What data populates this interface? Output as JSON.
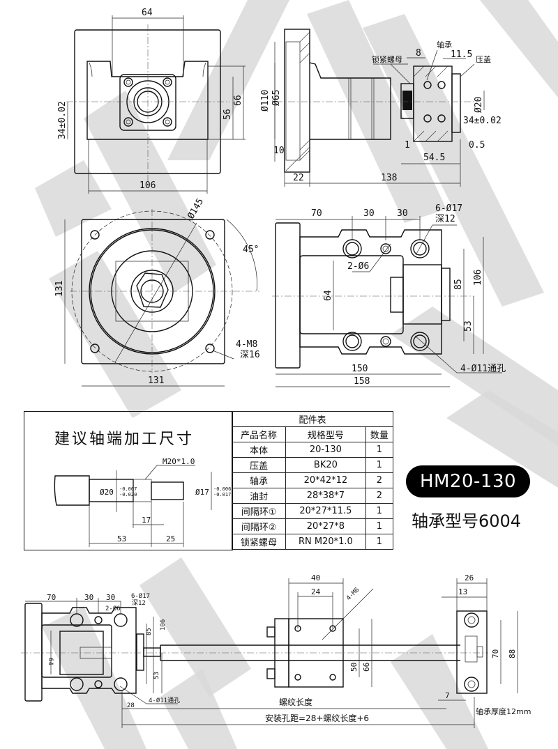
{
  "views": {
    "front_small": {
      "dims": {
        "width_top": "64",
        "width_bottom": "106",
        "height_left": "34±0.02",
        "h56": "56",
        "h66": "66"
      }
    },
    "side_section": {
      "dims": {
        "d110": "Ø110",
        "d65": "Ø65",
        "t10": "10",
        "t22": "22",
        "len138": "138",
        "len54_5": "54.5",
        "g1": "1",
        "g0_5": "0.5",
        "w8": "8",
        "w11_5": "11.5",
        "d20": "Ø20",
        "h34": "34±0.02"
      },
      "labels": {
        "lock_nut": "锁紧螺母",
        "bearing": "轴承",
        "cover": "压盖"
      }
    },
    "flange_view": {
      "dims": {
        "pcd": "Ø145",
        "angle": "45°",
        "h131": "131",
        "w131": "131",
        "holes_line1": "4-M8",
        "holes_line2": "深16"
      }
    },
    "top_view": {
      "dims": {
        "w70": "70",
        "w30a": "30",
        "w30b": "30",
        "holes_top1": "6-Ø17",
        "holes_top2": "深12",
        "pin": "2-Ø6",
        "h64": "64",
        "h85": "85",
        "h106": "106",
        "h53": "53",
        "w150": "150",
        "w158": "158",
        "through": "4-Ø11通孔"
      }
    }
  },
  "shaft_end": {
    "title": "建议轴端加工尺寸",
    "thread": "M20*1.0",
    "d20": "Ø20",
    "d20_tol_upper": "-0.007",
    "d20_tol_lower": "-0.020",
    "d17": "Ø17",
    "d17_tol_upper": "-0.006",
    "d17_tol_lower": "-0.017",
    "len17": "17",
    "len53": "53",
    "len25": "25"
  },
  "parts_table": {
    "caption": "配件表",
    "headers": [
      "产品名称",
      "规格型号",
      "数量"
    ],
    "rows": [
      [
        "本体",
        "20-130",
        "1"
      ],
      [
        "压盖",
        "BK20",
        "1"
      ],
      [
        "轴承",
        "20*42*12",
        "2"
      ],
      [
        "油封",
        "28*38*7",
        "2"
      ],
      [
        "间隔环①",
        "20*27*11.5",
        "1"
      ],
      [
        "间隔环②",
        "20*27*8",
        "1"
      ],
      [
        "锁紧螺母",
        "RN M20*1.0",
        "1"
      ]
    ]
  },
  "model": {
    "name": "HM20-130",
    "bearing": "轴承型号6004"
  },
  "assembly": {
    "left": {
      "w70": "70",
      "w30a": "30",
      "w30b": "30",
      "holes1": "6-Ø17",
      "holes2": "深12",
      "pin": "2-Ø6",
      "h64": "64",
      "h85": "85",
      "h106": "106",
      "h53": "53",
      "through": "4-Ø11通孔",
      "w28": "28"
    },
    "nut_block": {
      "w40": "40",
      "w24": "24",
      "holes": "4-M6",
      "h50": "50",
      "h66": "66"
    },
    "end_support": {
      "w26": "26",
      "w13": "13",
      "h70": "70",
      "h88": "88",
      "off7": "7",
      "note": "轴承厚度12mm"
    },
    "thread_length": "螺纹长度",
    "mount_formula": "安装孔距=28+螺纹长度+6"
  },
  "colors": {
    "ink": "#111111",
    "watermark": "#d9d9d9",
    "pill": "#000000"
  }
}
